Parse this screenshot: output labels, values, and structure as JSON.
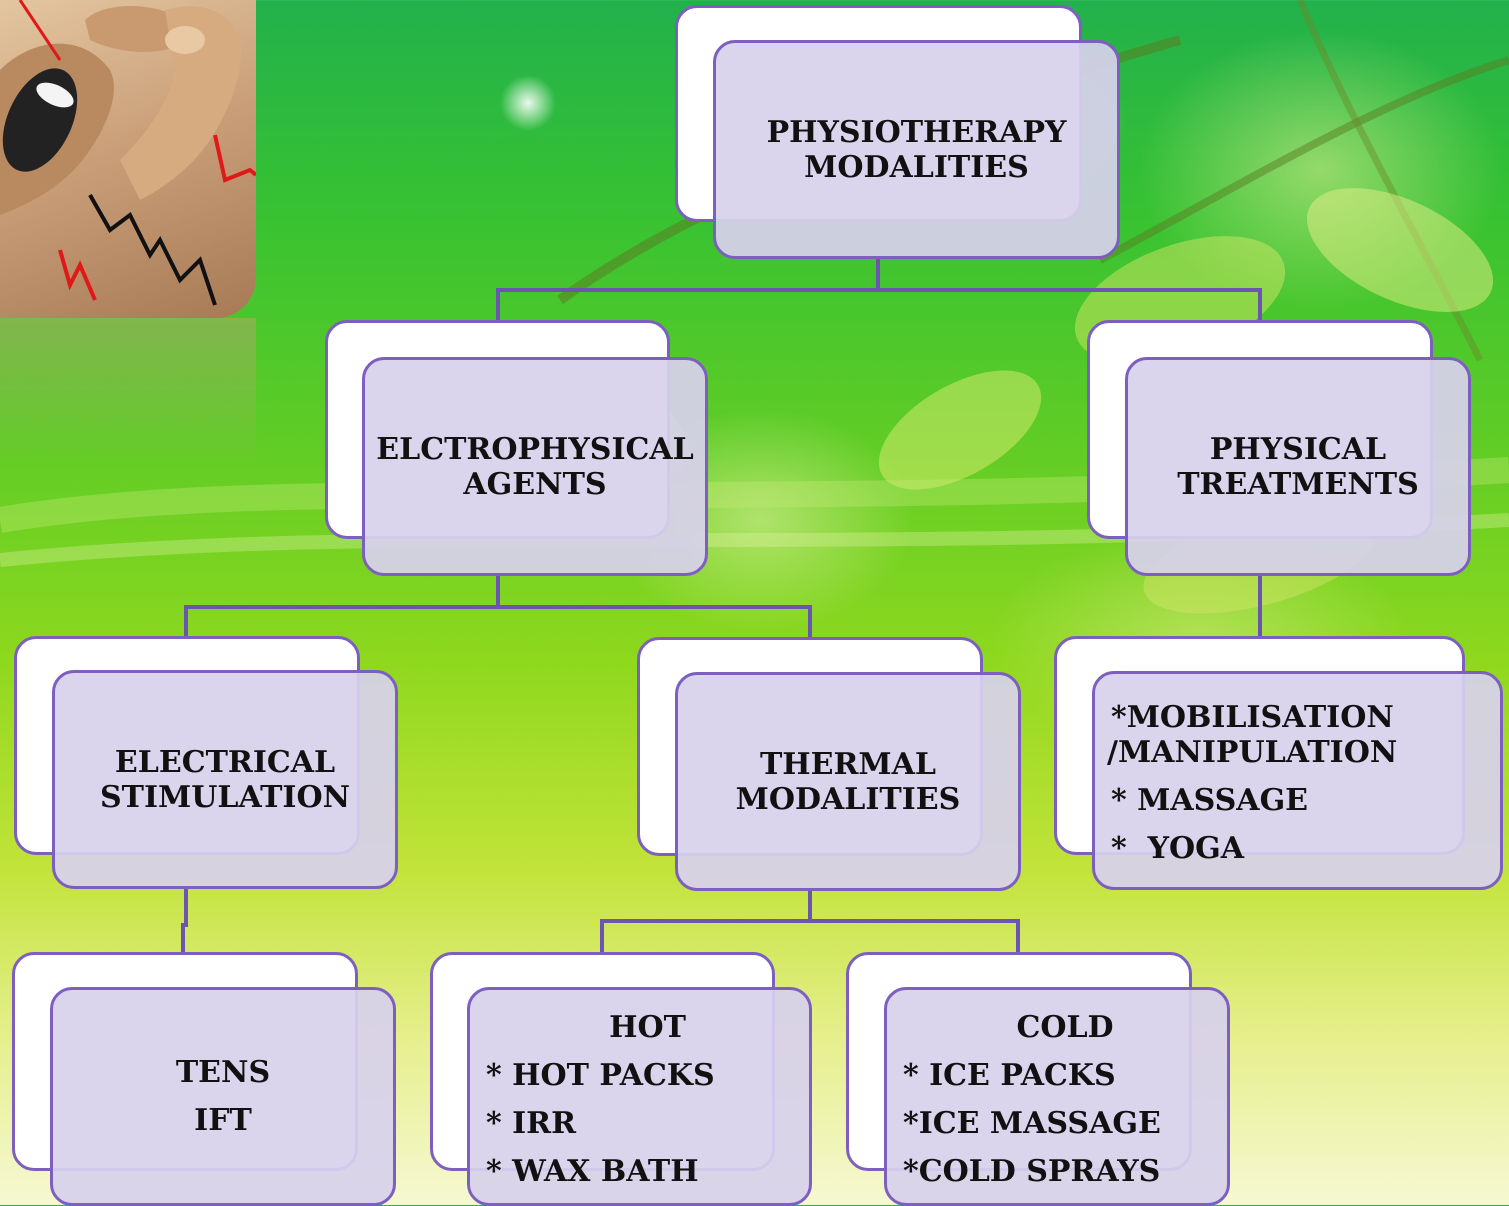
{
  "diagram": {
    "nodes": {
      "root": {
        "lines": [
          "PHYSIOTHERAPY",
          "MODALITIES"
        ]
      },
      "electrophysical": {
        "lines": [
          "ELCTROPHYSICAL",
          "AGENTS"
        ]
      },
      "physical": {
        "lines": [
          "PHYSICAL",
          "TREATMENTS"
        ]
      },
      "electrical": {
        "lines": [
          "ELECTRICAL",
          "STIMULATION"
        ]
      },
      "thermal": {
        "lines": [
          "THERMAL",
          "MODALITIES"
        ]
      },
      "physical_list": {
        "lines": [
          "*MOBILISATION",
          "/MANIPULATION",
          "* MASSAGE",
          "*  YOGA"
        ]
      },
      "tens": {
        "lines": [
          "TENS",
          "IFT"
        ]
      },
      "hot": {
        "heading": "HOT",
        "items": [
          "* HOT PACKS",
          "* IRR",
          "* WAX BATH"
        ]
      },
      "cold": {
        "heading": "COLD",
        "items": [
          "* ICE PACKS",
          "*ICE MASSAGE",
          "*COLD SPRAYS"
        ]
      }
    },
    "colors": {
      "border": "#7d5fbf",
      "box_fill": "#d7d1ec",
      "connector": "#6b55b0"
    }
  }
}
